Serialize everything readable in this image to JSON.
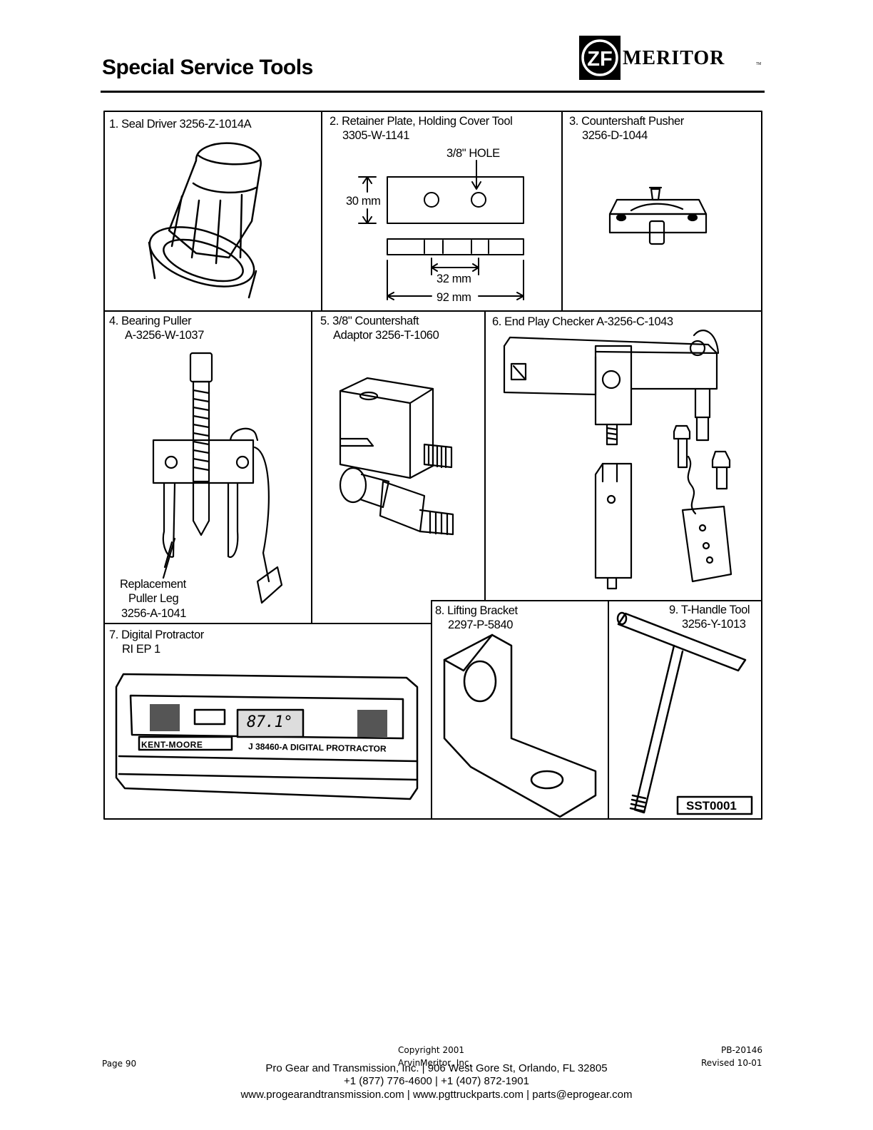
{
  "header": {
    "title": "Special Service Tools",
    "logo_mark": "ZF",
    "logo_text": "MERITOR",
    "logo_tm": "TM"
  },
  "tools": [
    {
      "line1": "1. Seal Driver 3256-Z-1014A"
    },
    {
      "line1": "2. Retainer Plate, Holding Cover Tool",
      "line2": "3305-W-1141"
    },
    {
      "line1": "3. Countershaft Pusher",
      "line2": "3256-D-1044"
    },
    {
      "line1": "4. Bearing Puller",
      "line2": "A-3256-W-1037"
    },
    {
      "line1": "5. 3/8\" Countershaft",
      "line2": "Adaptor 3256-T-1060"
    },
    {
      "line1": "6. End Play Checker A-3256-C-1043"
    },
    {
      "line1": "7. Digital Protractor",
      "line2": "RI EP 1"
    },
    {
      "line1": "8. Lifting Bracket",
      "line2": "2297-P-5840"
    },
    {
      "line1": "9. T-Handle Tool",
      "line2": "3256-Y-1013"
    }
  ],
  "callouts": {
    "hole": "3/8\" HOLE",
    "height": "30 mm",
    "spacing": "32 mm",
    "length": "92 mm",
    "replacement_1": "Replacement",
    "replacement_2": "Puller Leg",
    "replacement_3": "3256-A-1041",
    "protractor_brand": "KENT-MOORE",
    "protractor_model": "J 38460-A DIGITAL PROTRACTOR",
    "protractor_reading": "87.1°",
    "figure_id": "SST0001"
  },
  "footer": {
    "page": "Page 90",
    "copyright_1": "Copyright 2001",
    "copyright_2": "ArvinMeritor, Inc.",
    "doc_id": "PB-20146",
    "revised": "Revised 10-01",
    "address": "Pro Gear and Transmission, Inc. | 906 West Gore St, Orlando, FL  32805",
    "phone": "+1 (877) 776-4600 | +1 (407) 872-1901",
    "web": "www.progearandtransmission.com | www.pgttruckparts.com | parts@eprogear.com"
  }
}
